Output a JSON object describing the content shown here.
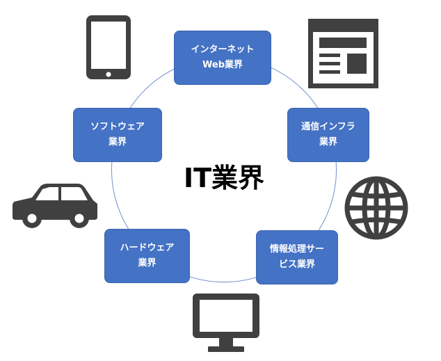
{
  "center": {
    "title": "IT業界"
  },
  "nodes": {
    "internet": {
      "line1": "インターネット",
      "line2": "Web業界"
    },
    "telecom": {
      "line1": "通信インフラ",
      "line2": "業界"
    },
    "software": {
      "line1": "ソフトウェア",
      "line2": "業界"
    },
    "hardware": {
      "line1": "ハードウェア",
      "line2": "業界"
    },
    "infosvc": {
      "line1": "情報処理サー",
      "line2": "ビス業界"
    }
  },
  "icons": {
    "tablet": "tablet-icon",
    "web": "web-page-icon",
    "globe": "globe-icon",
    "car": "car-icon",
    "monitor": "monitor-icon"
  },
  "colors": {
    "node_fill": "#4472c4",
    "ring_stroke": "#6f8fcf",
    "icon_dark": "#404040"
  }
}
